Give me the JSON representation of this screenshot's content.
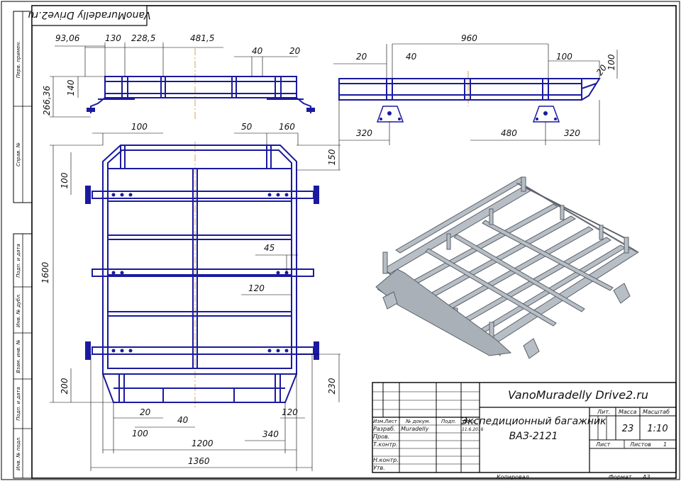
{
  "stamp_top": "VanoMuradelly Drive2.ru",
  "left_strip": [
    "Перв. примен.",
    "Справ. №",
    "Подп. и дата",
    "Инв. № дубл.",
    "Взам. инв. №",
    "Подп. и дата",
    "Инв. № подл."
  ],
  "dims_top": [
    "93,06",
    "130",
    "228,5",
    "481,5",
    "40",
    "20",
    "266,36",
    "140"
  ],
  "dims_side": [
    "20",
    "40",
    "960",
    "100",
    "20",
    "100",
    "320",
    "480",
    "320"
  ],
  "dims_plan": [
    "100",
    "50",
    "160",
    "150",
    "100",
    "1600",
    "45",
    "120",
    "200",
    "230",
    "20",
    "40",
    "120",
    "100",
    "340",
    "1200",
    "1360"
  ],
  "title_block": {
    "site": "VanoMuradelly Drive2.ru",
    "name_line1": "Экспедиционный багажник",
    "name_line2": "ВАЗ-2121",
    "col_izm": "Изм.",
    "col_list": "Лист",
    "col_doc": "№ докум.",
    "col_podp": "Подп.",
    "col_data": "Дата",
    "row_razrab": "Разраб.",
    "razrab_name": "Muradelly",
    "razrab_date": "11.6.2016",
    "row_prov": "Пров.",
    "row_tkontr": "Т.контр.",
    "row_nkontr": "Н.контр.",
    "row_utv": "Утв.",
    "lit_label": "Лит.",
    "massa_label": "Масса",
    "masshtab_label": "Масштаб",
    "massa": "23",
    "masshtab": "1:10",
    "list_label": "Лист",
    "listov_label": "Листов",
    "listov": "1"
  },
  "footer": {
    "copied": "Копировал",
    "format_label": "Формат",
    "format": "A3"
  },
  "colors": {
    "frame": "#1a1aa0",
    "line": "#000000",
    "iso": "#8f96a0"
  }
}
